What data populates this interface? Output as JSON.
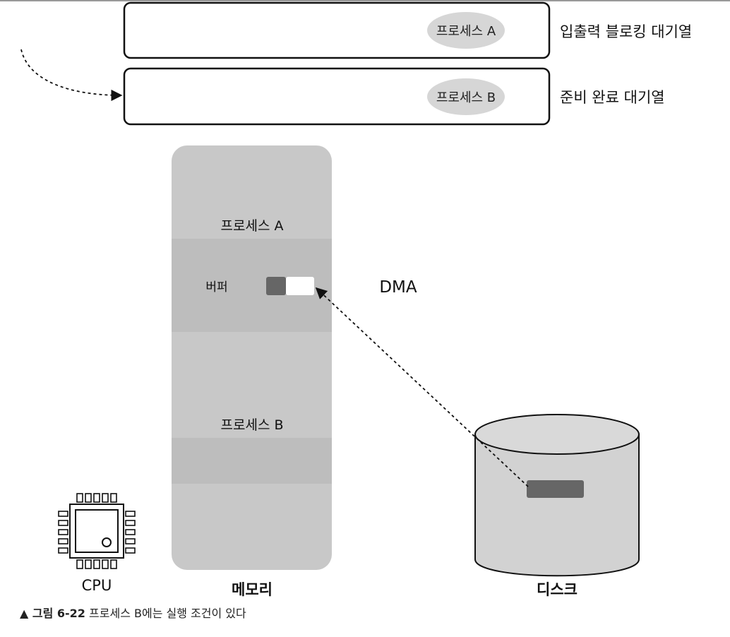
{
  "queues": {
    "io_blocking": {
      "label": "입출력 블로킹 대기열",
      "process": "프로세스 A"
    },
    "ready": {
      "label": "준비 완료 대기열",
      "process": "프로세스 B"
    }
  },
  "memory": {
    "label": "메모리",
    "process_a": "프로세스 A",
    "buffer": "버퍼",
    "process_b": "프로세스 B"
  },
  "dma": {
    "label": "DMA"
  },
  "cpu": {
    "label": "CPU"
  },
  "disk": {
    "label": "디스크"
  },
  "caption": {
    "figure": "▲ 그림 6-22",
    "text": "프로세스 B에는 실행 조건이 있다"
  },
  "colors": {
    "memory_fill": "#c8c8c8",
    "memory_band": "#bcbcbc",
    "disk_fill": "#d2d2d2",
    "ellipse_fill": "#d6d6d6",
    "dark_block": "#666666"
  }
}
